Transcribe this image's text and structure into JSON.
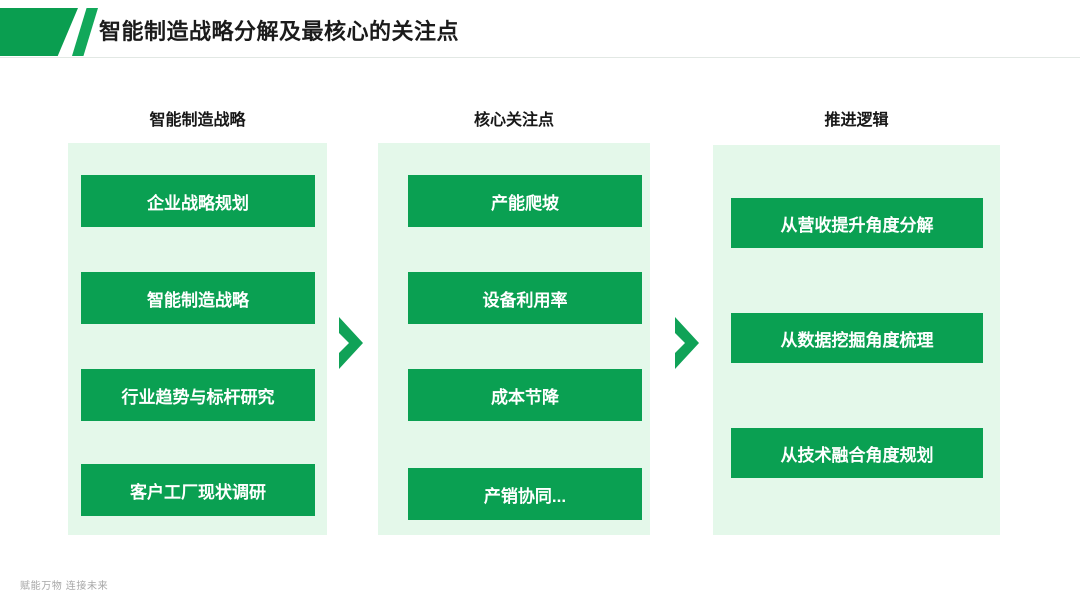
{
  "header": {
    "title": "智能制造战略分解及最核心的关注点",
    "accent_color": "#0a9e50",
    "accent_color_light": "#12a85a"
  },
  "theme": {
    "green": "#0aa052",
    "panel_background": "#e4f8ea",
    "page_background": "#ffffff",
    "title_color": "#1b1b1b",
    "footer_color": "#a7a7a7"
  },
  "columns": [
    {
      "heading": "智能制造战略",
      "cards": [
        {
          "label": "企业战略规划"
        },
        {
          "label": "智能制造战略"
        },
        {
          "label": "行业趋势与标杆研究"
        },
        {
          "label": "客户工厂现状调研"
        }
      ]
    },
    {
      "heading": "核心关注点",
      "cards": [
        {
          "label": "产能爬坡"
        },
        {
          "label": "设备利用率"
        },
        {
          "label": "成本节降"
        },
        {
          "label": "产销协同..."
        }
      ]
    },
    {
      "heading": "推进逻辑",
      "cards": [
        {
          "label": "从营收提升角度分解"
        },
        {
          "label": "从数据挖掘角度梳理"
        },
        {
          "label": "从技术融合角度规划"
        }
      ]
    }
  ],
  "connectors": [
    {
      "name": "chevron-right-icon"
    },
    {
      "name": "chevron-right-icon"
    }
  ],
  "footer": {
    "text": "赋能万物  连接未来"
  }
}
